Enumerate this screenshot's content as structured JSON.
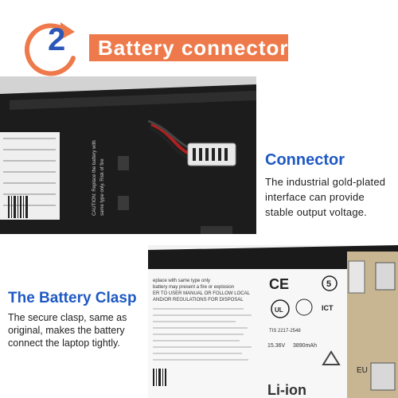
{
  "header": {
    "step_number": "2",
    "title": "Battery connector"
  },
  "connector": {
    "title": "Connector",
    "description": "The industrial gold-plated interface can provide stable output voltage."
  },
  "clasp": {
    "title": "The Battery Clasp",
    "description": "The secure clasp, same as original, makes the battery connect the laptop tightly."
  },
  "label_top": {
    "line1": "CAUTION: Replace the battery with",
    "line2": "same type only. Risk of fire"
  },
  "label_bottom": {
    "line1": "eplace with same type only",
    "line2": "battery may present a fire or explosion",
    "line3": "ER TO USER MANUAL OR FOLLOW LOCAL",
    "line4": "AND/OR REGULATIONS FOR DISPOSAL",
    "model": "TIS 2217-2548",
    "voltage": "15.36V",
    "capacity": "3890mAh",
    "ce": "CE",
    "ict": "ICT",
    "eu": "EU",
    "liion": "Li-ion",
    "ul": "UL",
    "number5": "5"
  },
  "colors": {
    "accent_orange": "#ee7a4b",
    "title_blue": "#1f59c3",
    "badge_blue": "#2a57b8"
  }
}
